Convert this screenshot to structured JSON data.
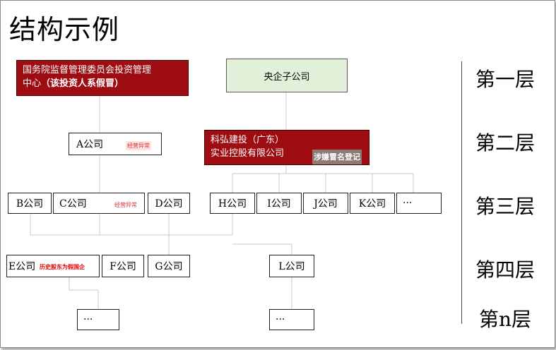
{
  "title": "结构示例",
  "nodes": {
    "sasac_line1": "国务院监督管理委员会投资管理",
    "sasac_line2": "中心",
    "sasac_note": "（该投资人系假冒）",
    "central": "央企子公司",
    "A": "A公司",
    "A_tag": "经营异常",
    "kehong_line1": "科弘建投（广东）",
    "kehong_line2": "实业控股有限公司",
    "kehong_tag": "涉嫌冒名登记",
    "B": "B公司",
    "C": "C公司",
    "C_tag": "经营异常",
    "D": "D公司",
    "H": "H公司",
    "I": "I公司",
    "J": "J公司",
    "K": "K公司",
    "more3": "···",
    "E": "E公司",
    "E_tag": "历史股东为假国企",
    "F": "F公司",
    "G": "G公司",
    "L": "L公司",
    "more5a": "···",
    "more5b": "···"
  },
  "layers": [
    "第一层",
    "第二层",
    "第三层",
    "第四层",
    "第n层"
  ],
  "colors": {
    "red_box": "#9d0d12",
    "green_box": "#e2efd9",
    "connector": "#c8c8c8"
  }
}
